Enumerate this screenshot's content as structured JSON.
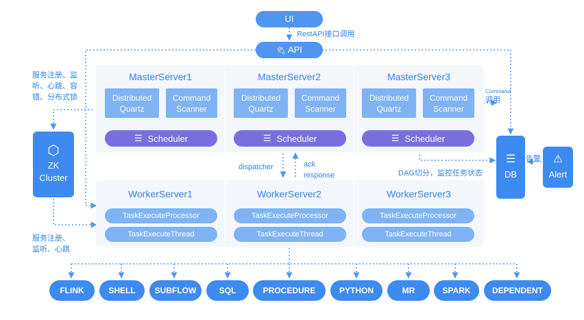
{
  "ui": {
    "label": "UI"
  },
  "rest_label": "RestAPI接口调用",
  "api": {
    "label": "API"
  },
  "masters": [
    {
      "title": "MasterServer1",
      "quartz": [
        "Distributed",
        "Quartz"
      ],
      "scanner": [
        "Command",
        "Scanner"
      ],
      "scheduler": "Scheduler"
    },
    {
      "title": "MasterServer2",
      "quartz": [
        "Distributed",
        "Quartz"
      ],
      "scanner": [
        "Command",
        "Scanner"
      ],
      "scheduler": "Scheduler"
    },
    {
      "title": "MasterServer3",
      "quartz": [
        "Distributed",
        "Quartz"
      ],
      "scanner": [
        "Command",
        "Scanner"
      ],
      "scheduler": "Scheduler"
    }
  ],
  "workers": [
    {
      "title": "WorkerServer1",
      "processor": "TaskExecuteProcessor",
      "thread": "TaskExecuteThread"
    },
    {
      "title": "WorkerServer2",
      "processor": "TaskExecuteProcessor",
      "thread": "TaskExecuteThread"
    },
    {
      "title": "WorkerServer3",
      "processor": "TaskExecuteProcessor",
      "thread": "TaskExecuteThread"
    }
  ],
  "zk": {
    "line1": "ZK",
    "line2": "Cluster"
  },
  "zk_master_note": [
    "服务注册、监",
    "听、心跳、容",
    "错、分布式锁"
  ],
  "zk_worker_note": [
    "服务注册、",
    "监听、心跳"
  ],
  "dispatcher_label": "dispatcher",
  "ack_label": [
    "ack",
    "response"
  ],
  "command_note": {
    "small": "Command",
    "main": "调用"
  },
  "dag_note": "DAG切分，监控任务状态",
  "db": {
    "label": "DB"
  },
  "alert": {
    "label": "Alert"
  },
  "alert_note": "告警",
  "plugins": [
    "FLINK",
    "SHELL",
    "SUBFLOW",
    "SQL",
    "PROCEDURE",
    "PYTHON",
    "MR",
    "SPARK",
    "DEPENDENT"
  ],
  "colors": {
    "primary": "#3d8af0",
    "light_box": "#7fb3f5",
    "scheduler": "#7a6fe0",
    "panel": "#f4f7fc",
    "title": "#2f80ed"
  }
}
